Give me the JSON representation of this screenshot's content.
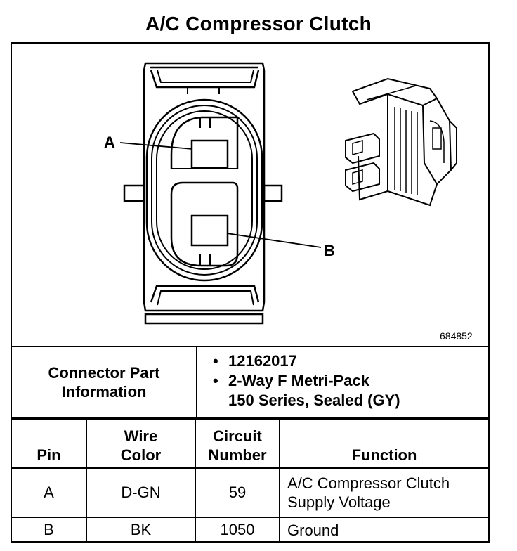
{
  "title": "A/C Compressor Clutch",
  "figure_id": "684852",
  "pin_labels": {
    "a": "A",
    "b": "B"
  },
  "connector_info": {
    "label_line1": "Connector Part",
    "label_line2": "Information",
    "items": [
      {
        "lines": [
          "12162017"
        ]
      },
      {
        "lines": [
          "2-Way F Metri-Pack",
          "150 Series, Sealed (GY)"
        ]
      }
    ]
  },
  "pin_table": {
    "headers": {
      "pin": "Pin",
      "wire_color_line1": "Wire",
      "wire_color_line2": "Color",
      "circuit_line1": "Circuit",
      "circuit_line2": "Number",
      "function": "Function"
    },
    "rows": [
      {
        "pin": "A",
        "wire_color": "D-GN",
        "circuit": "59",
        "function_line1": "A/C Compressor Clutch",
        "function_line2": "Supply Voltage"
      },
      {
        "pin": "B",
        "wire_color": "BK",
        "circuit": "1050",
        "function_line1": "Ground",
        "function_line2": ""
      }
    ]
  }
}
